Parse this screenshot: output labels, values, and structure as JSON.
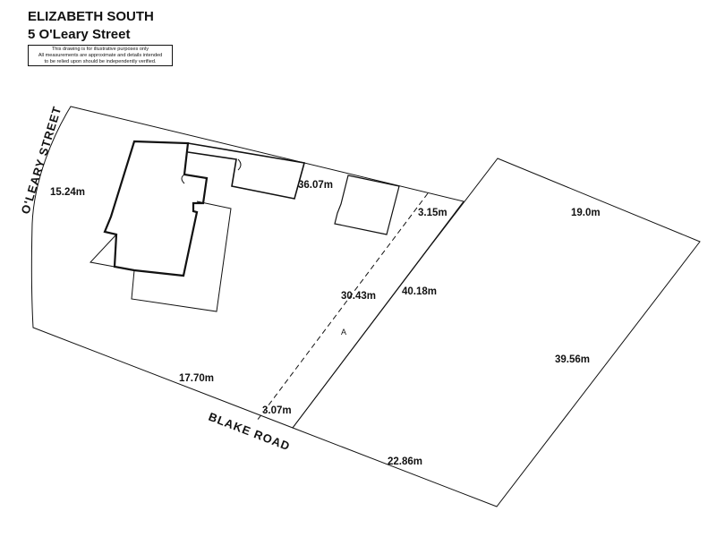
{
  "header": {
    "suburb": "ELIZABETH SOUTH",
    "address": "5 O'Leary Street",
    "disclaimer_lines": [
      "This drawing is for illustrative purposes only",
      "All measurements are approximate and details intended",
      "to be relied upon should be independently verified."
    ]
  },
  "roads": {
    "oleary": "O'LEARY STREET",
    "blake": "BLAKE ROAD"
  },
  "measurements": {
    "frontage": "15.24m",
    "north_boundary": "36.07m",
    "rear_gap": "3.15m",
    "east_top": "19.0m",
    "split_line": "30.43m",
    "east_boundary": "40.18m",
    "far_east": "39.56m",
    "blake_west": "17.70m",
    "blake_gap": "3.07m",
    "blake_east": "22.86m"
  },
  "area_label": "A",
  "colors": {
    "line": "#111111",
    "background": "#ffffff"
  }
}
